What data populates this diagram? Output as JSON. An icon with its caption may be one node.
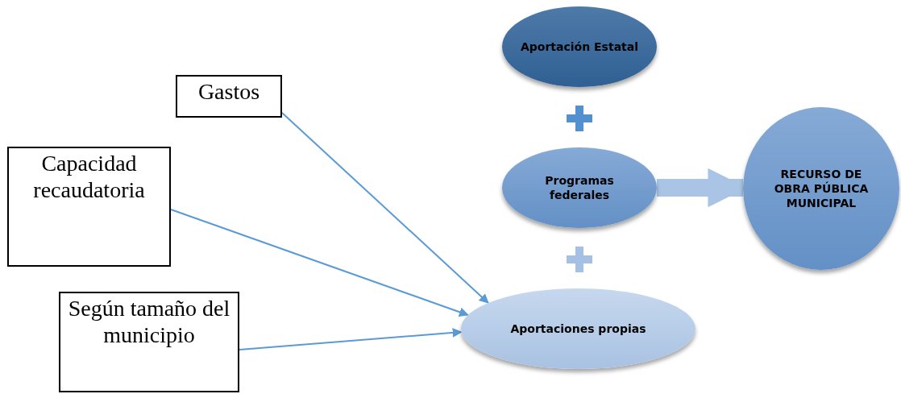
{
  "diagram": {
    "nodes": [
      {
        "text": [
          "Aportación Estatal"
        ]
      },
      {
        "text": [
          "Programas federales"
        ]
      },
      {
        "text": [
          "RECURSO DE OBRA PÚBLICA MUNICIPAL"
        ]
      },
      {
        "text": [
          "Gastos"
        ]
      },
      {
        "text": [
          "Capacidad recaudatoria"
        ]
      },
      {
        "text": [
          "Según tamaño del municipio"
        ]
      },
      {
        "text": [
          "Aportaciones propias"
        ]
      }
    ],
    "edges": [
      {
        "from": 1,
        "to": 2,
        "arrow": "to",
        "style": "thick",
        "color": "#a9c4e4"
      },
      {
        "from": 3,
        "to": 6,
        "arrow": "to"
      },
      {
        "from": 4,
        "to": 6,
        "arrow": "to"
      },
      {
        "from": 5,
        "to": 6,
        "arrow": "to"
      }
    ]
  }
}
